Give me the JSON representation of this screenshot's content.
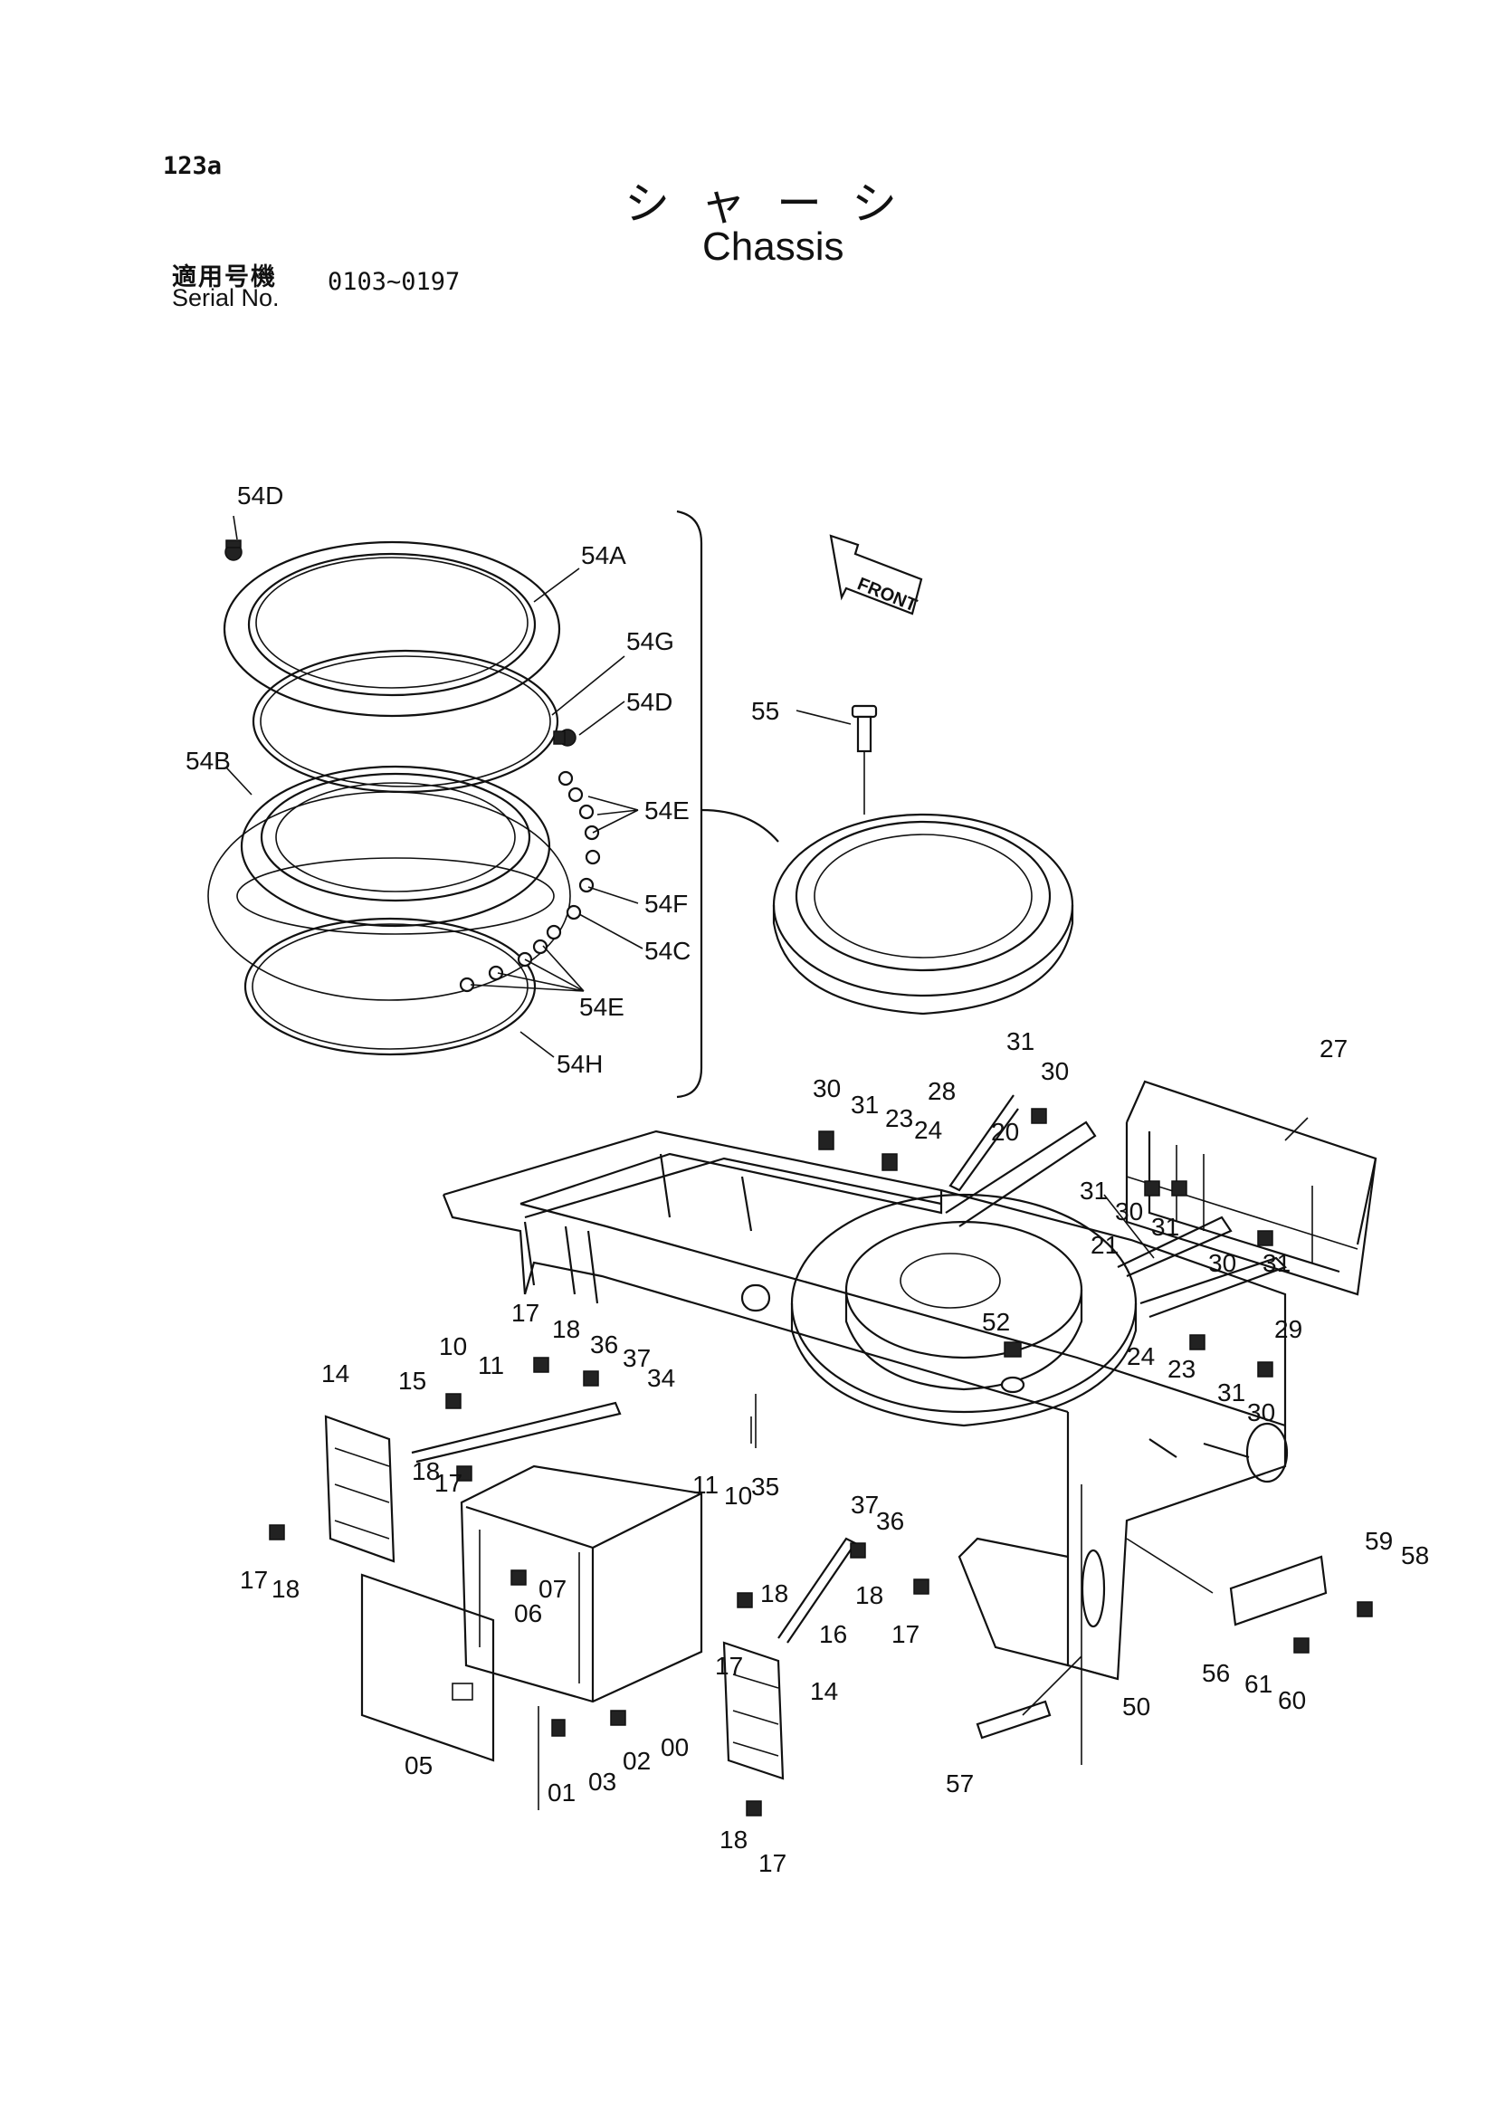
{
  "page_number": "123a",
  "title_jp": "シャーシ",
  "title_en": "Chassis",
  "serial_label_jp": "適用号機",
  "serial_label_en": "Serial No.",
  "serial_range": "0103~0197",
  "front_label": "FRONT",
  "callouts": [
    {
      "id": "c-54D-a",
      "text": "54D"
    },
    {
      "id": "c-54A",
      "text": "54A"
    },
    {
      "id": "c-54G",
      "text": "54G"
    },
    {
      "id": "c-54D-b",
      "text": "54D"
    },
    {
      "id": "c-54B",
      "text": "54B"
    },
    {
      "id": "c-54E-a",
      "text": "54E"
    },
    {
      "id": "c-54F",
      "text": "54F"
    },
    {
      "id": "c-54C",
      "text": "54C"
    },
    {
      "id": "c-54E-b",
      "text": "54E"
    },
    {
      "id": "c-54H",
      "text": "54H"
    },
    {
      "id": "c-55",
      "text": "55"
    },
    {
      "id": "c-31-a",
      "text": "31"
    },
    {
      "id": "c-27",
      "text": "27"
    },
    {
      "id": "c-30-a",
      "text": "30"
    },
    {
      "id": "c-30-b",
      "text": "30"
    },
    {
      "id": "c-31-b",
      "text": "31"
    },
    {
      "id": "c-23-a",
      "text": "23"
    },
    {
      "id": "c-24-a",
      "text": "24"
    },
    {
      "id": "c-28",
      "text": "28"
    },
    {
      "id": "c-20",
      "text": "20"
    },
    {
      "id": "c-31-c",
      "text": "31"
    },
    {
      "id": "c-30-c",
      "text": "30"
    },
    {
      "id": "c-31-d",
      "text": "31"
    },
    {
      "id": "c-21",
      "text": "21"
    },
    {
      "id": "c-30-d",
      "text": "30"
    },
    {
      "id": "c-31-e",
      "text": "31"
    },
    {
      "id": "c-29",
      "text": "29"
    },
    {
      "id": "c-52",
      "text": "52"
    },
    {
      "id": "c-24-b",
      "text": "24"
    },
    {
      "id": "c-23-b",
      "text": "23"
    },
    {
      "id": "c-31-f",
      "text": "31"
    },
    {
      "id": "c-30-e",
      "text": "30"
    },
    {
      "id": "c-17-a",
      "text": "17"
    },
    {
      "id": "c-18-a",
      "text": "18"
    },
    {
      "id": "c-36-a",
      "text": "36"
    },
    {
      "id": "c-37-a",
      "text": "37"
    },
    {
      "id": "c-34",
      "text": "34"
    },
    {
      "id": "c-10-a",
      "text": "10"
    },
    {
      "id": "c-11-a",
      "text": "11"
    },
    {
      "id": "c-14-a",
      "text": "14"
    },
    {
      "id": "c-15",
      "text": "15"
    },
    {
      "id": "c-18-b",
      "text": "18"
    },
    {
      "id": "c-17-b",
      "text": "17"
    },
    {
      "id": "c-17-c",
      "text": "17"
    },
    {
      "id": "c-18-c",
      "text": "18"
    },
    {
      "id": "c-11-b",
      "text": "11"
    },
    {
      "id": "c-10-b",
      "text": "10"
    },
    {
      "id": "c-35",
      "text": "35"
    },
    {
      "id": "c-37-b",
      "text": "37"
    },
    {
      "id": "c-36-b",
      "text": "36"
    },
    {
      "id": "c-07",
      "text": "07"
    },
    {
      "id": "c-06",
      "text": "06"
    },
    {
      "id": "c-18-d",
      "text": "18"
    },
    {
      "id": "c-18-e",
      "text": "18"
    },
    {
      "id": "c-16",
      "text": "16"
    },
    {
      "id": "c-17-d",
      "text": "17"
    },
    {
      "id": "c-17-e",
      "text": "17"
    },
    {
      "id": "c-14-b",
      "text": "14"
    },
    {
      "id": "c-00",
      "text": "00"
    },
    {
      "id": "c-05",
      "text": "05"
    },
    {
      "id": "c-02",
      "text": "02"
    },
    {
      "id": "c-03",
      "text": "03"
    },
    {
      "id": "c-01",
      "text": "01"
    },
    {
      "id": "c-18-f",
      "text": "18"
    },
    {
      "id": "c-17-f",
      "text": "17"
    },
    {
      "id": "c-59",
      "text": "59"
    },
    {
      "id": "c-58",
      "text": "58"
    },
    {
      "id": "c-56",
      "text": "56"
    },
    {
      "id": "c-61",
      "text": "61"
    },
    {
      "id": "c-60",
      "text": "60"
    },
    {
      "id": "c-50",
      "text": "50"
    },
    {
      "id": "c-57",
      "text": "57"
    }
  ]
}
